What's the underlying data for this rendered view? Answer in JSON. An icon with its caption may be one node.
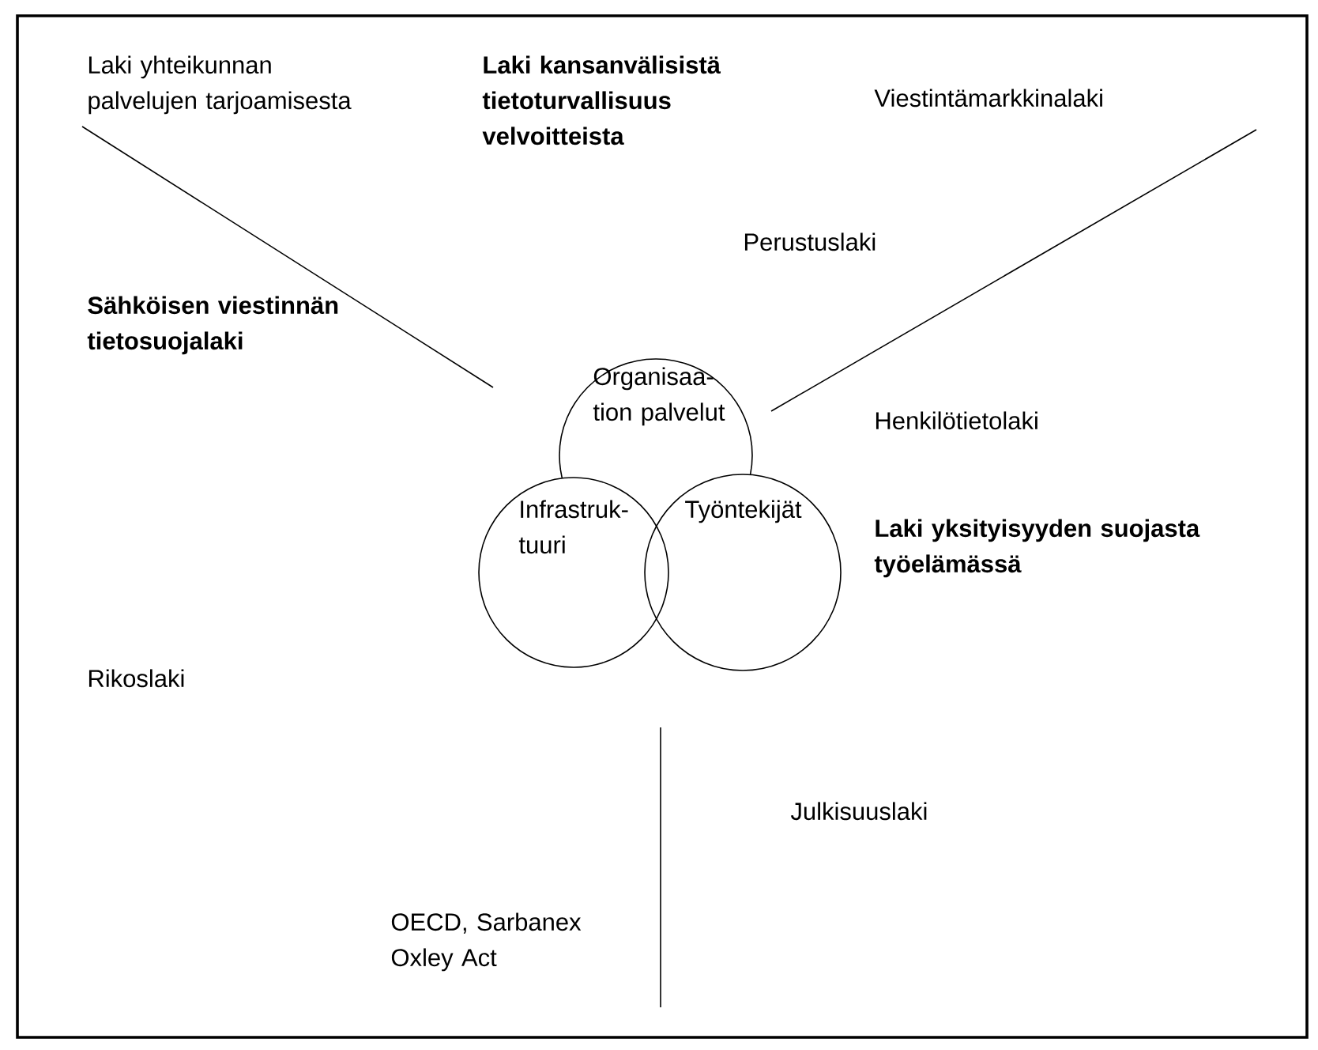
{
  "diagram": {
    "nodes": [
      {
        "text": [
          "Organisaa-tion palvelut"
        ]
      },
      {
        "text": [
          "Infrastruk-tuuri"
        ]
      },
      {
        "text": [
          "Työntekijät"
        ]
      }
    ],
    "labels": [
      "Laki yhteikunnan palvelujen tarjoamisesta",
      "Laki kansanvälisistä tietoturvallisuus velvoitteista",
      "Viestintämarkkinalaki",
      "Perustuslaki",
      "Sähköisen viestinnän tietosuojalaki",
      "Henkilötietolaki",
      "Laki yksityisyyden suojasta työelämässä",
      "Rikoslaki",
      "Julkisuuslaki",
      "OECD, Sarbanex Oxley Act"
    ]
  }
}
